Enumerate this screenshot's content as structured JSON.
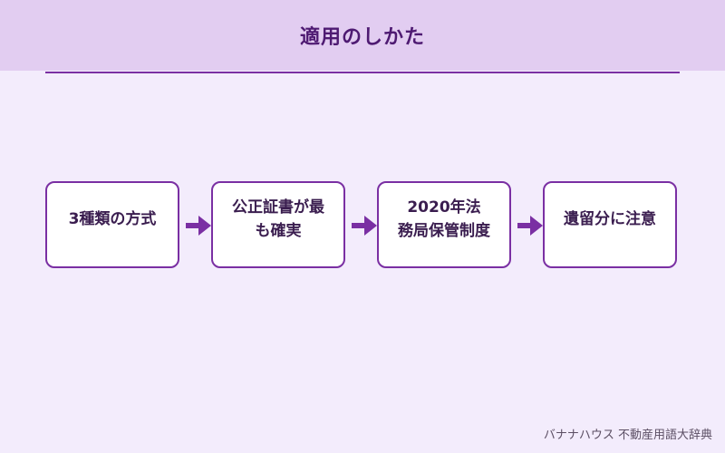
{
  "header": {
    "title": "適用のしかた"
  },
  "steps": [
    {
      "label": "3種類の方式"
    },
    {
      "label": "公正証書が最\nも確実"
    },
    {
      "label": "2020年法\n務局保管制度"
    },
    {
      "label": "遺留分に注意"
    }
  ],
  "footer": {
    "source": "バナナハウス 不動産用語大辞典"
  },
  "colors": {
    "header_bg": "#e2cdf1",
    "page_bg": "#f3ecfc",
    "accent": "#7a2fa3",
    "title_text": "#4e1a72"
  },
  "icons": {
    "connector": "arrow-right-icon"
  }
}
